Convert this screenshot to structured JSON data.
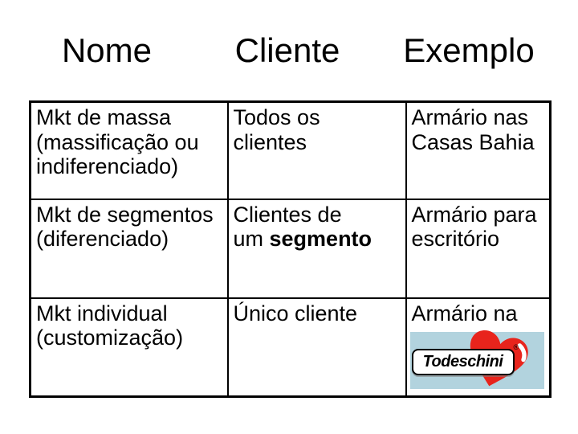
{
  "slide": {
    "background_color": "#ffffff",
    "text_color": "#000000",
    "table_border_color": "#000000"
  },
  "headers": [
    {
      "label": "Nome"
    },
    {
      "label": "Cliente"
    },
    {
      "label": "Exemplo"
    }
  ],
  "table": {
    "rows": [
      {
        "cells": [
          {
            "text": "Mkt de massa\n(massificação ou\nindiferenciado)"
          },
          {
            "text": "Todos os\nclientes"
          },
          {
            "text": "Armário nas\nCasas Bahia"
          }
        ]
      },
      {
        "cells": [
          {
            "text": "Mkt de segmentos\n(diferenciado)"
          },
          {
            "prefix": "Clientes de\num ",
            "bold": "segmento"
          },
          {
            "text": "Armário para\nescritório"
          }
        ]
      },
      {
        "cells": [
          {
            "text": "Mkt individual\n(customização)"
          },
          {
            "text": "Único cliente"
          },
          {
            "text": "Armário na"
          }
        ]
      }
    ]
  },
  "logo": {
    "brand": "Todeschini",
    "registered_mark": "®",
    "background_color": "#b2d3de",
    "heart_color": "#e8241c",
    "plate_color": "#ffffff",
    "plate_border_color": "#000000",
    "text_color": "#000000",
    "heart_icon": "heart-icon"
  }
}
